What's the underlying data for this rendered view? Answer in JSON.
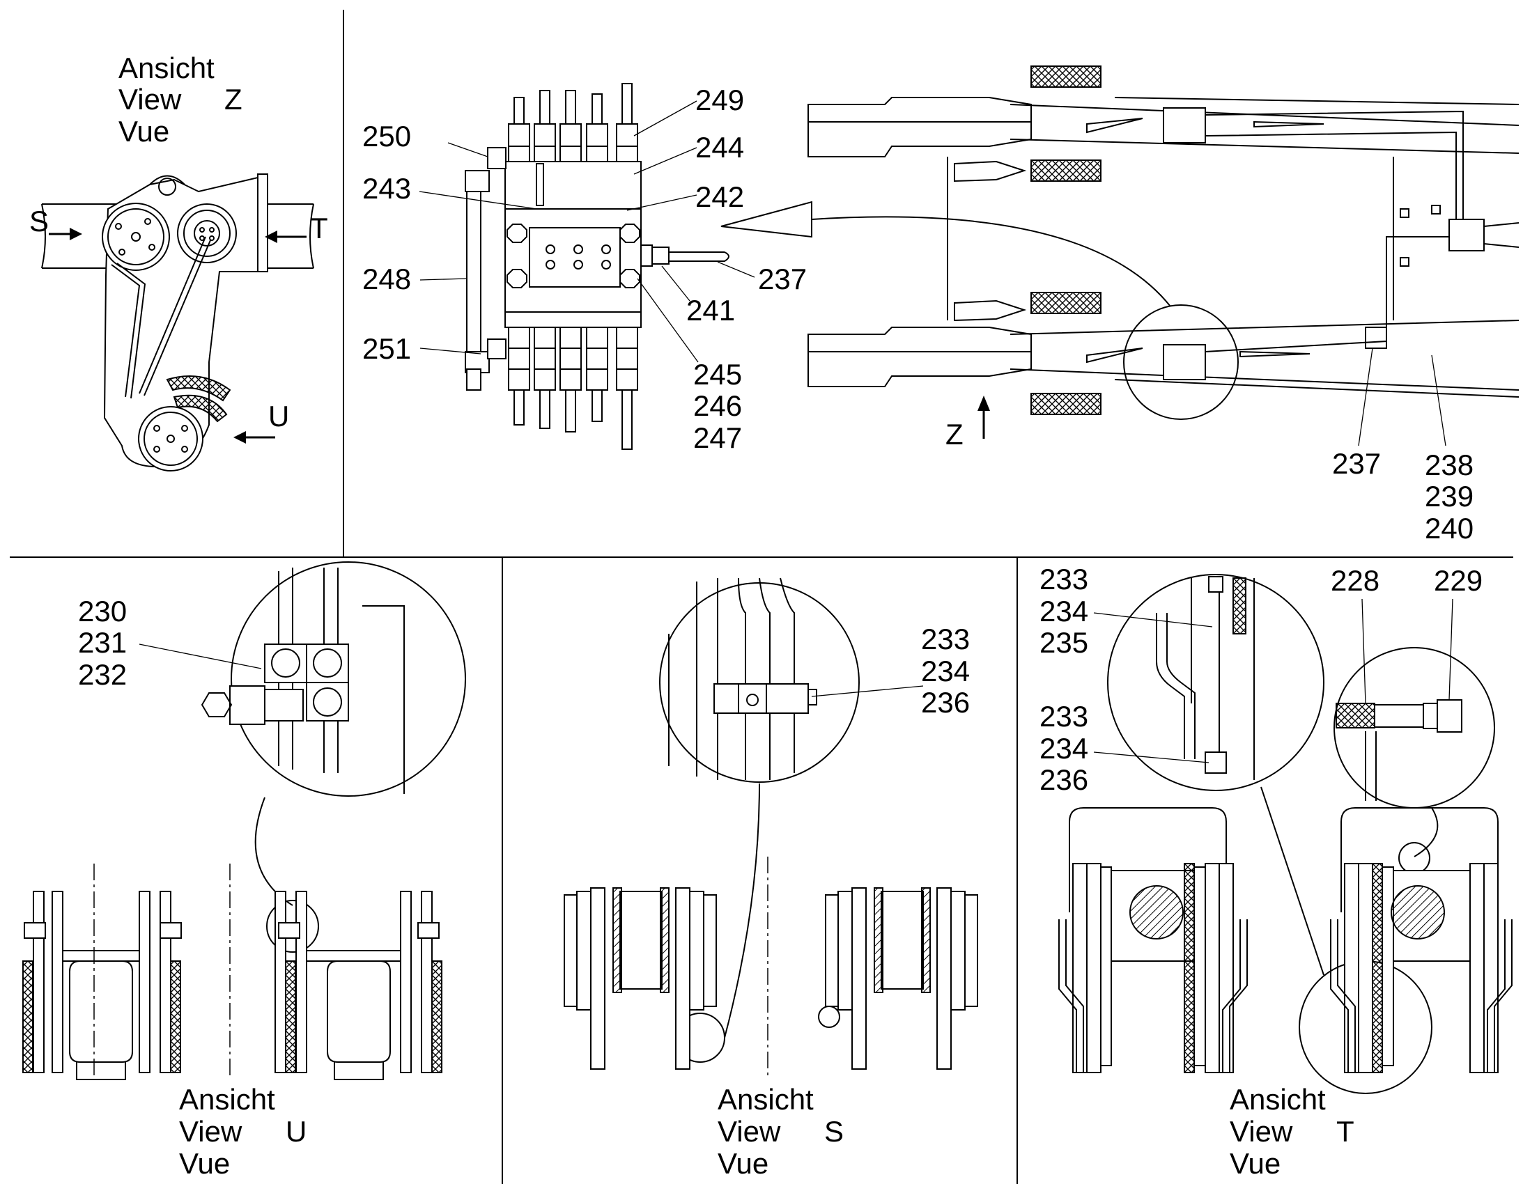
{
  "views": {
    "z": {
      "ansicht": "Ansicht",
      "view": "View",
      "letter": "Z",
      "vue": "Vue"
    },
    "u": {
      "ansicht": "Ansicht",
      "view": "View",
      "letter": "U",
      "vue": "Vue"
    },
    "s": {
      "ansicht": "Ansicht",
      "view": "View",
      "letter": "S",
      "vue": "Vue"
    },
    "t": {
      "ansicht": "Ansicht",
      "view": "View",
      "letter": "T",
      "vue": "Vue"
    }
  },
  "arrows": {
    "s": "S",
    "t": "T",
    "u": "U",
    "z": "Z"
  },
  "callouts": {
    "c250": "250",
    "c243": "243",
    "c248": "248",
    "c251": "251",
    "c249": "249",
    "c244": "244",
    "c242": "242",
    "c237a": "237",
    "c241": "241",
    "c245": "245",
    "c246": "246",
    "c247": "247",
    "c237b": "237",
    "c238": "238",
    "c239": "239",
    "c240": "240",
    "c230": "230",
    "c231": "231",
    "c232": "232",
    "s233": "233",
    "s234": "234",
    "s236": "236",
    "t233a": "233",
    "t234a": "234",
    "t235": "235",
    "t233b": "233",
    "t234b": "234",
    "t236": "236",
    "c228": "228",
    "c229": "229"
  }
}
